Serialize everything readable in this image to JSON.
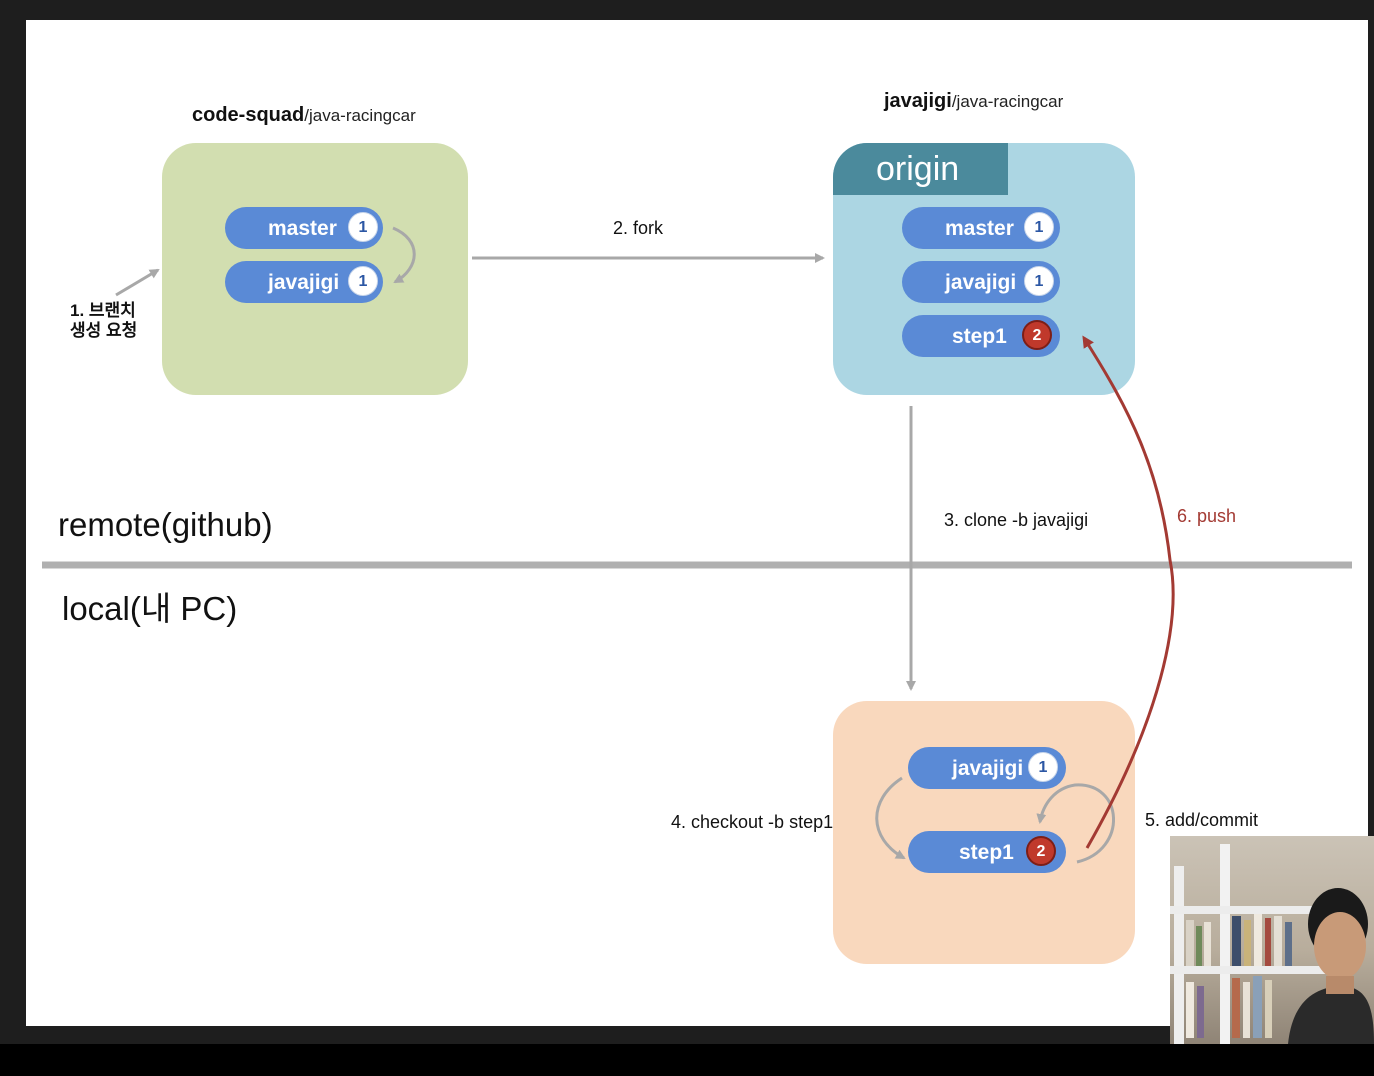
{
  "remote_label": "remote(github)",
  "local_label": "local(내 PC)",
  "upstream": {
    "owner": "code-squad",
    "path": "/java-racingcar",
    "branches": [
      {
        "name": "master",
        "count": "1"
      },
      {
        "name": "javajigi",
        "count": "1"
      }
    ]
  },
  "fork": {
    "owner": "javajigi",
    "path": "/java-racingcar",
    "tag": "origin",
    "branches": [
      {
        "name": "master",
        "count": "1"
      },
      {
        "name": "javajigi",
        "count": "1"
      },
      {
        "name": "step1",
        "count": "2"
      }
    ]
  },
  "local": {
    "branches": [
      {
        "name": "javajigi",
        "count": "1"
      },
      {
        "name": "step1",
        "count": "2"
      }
    ]
  },
  "steps": {
    "s1_line1": "1. 브랜치",
    "s1_line2": "생성 요청",
    "s2": "2. fork",
    "s3": "3. clone -b javajigi",
    "s4": "4. checkout -b step1",
    "s5": "5. add/commit",
    "s6": "6. push"
  },
  "colors": {
    "upstream_box": "#d2deb0",
    "fork_box": "#acd6e3",
    "origin_tag": "#4b8a9c",
    "local_box": "#f9d8bd",
    "pill": "#5a8ad6",
    "badge_red": "#c0392b",
    "push_arrow": "#a33a33",
    "arrow_gray": "#a8a8a8"
  }
}
